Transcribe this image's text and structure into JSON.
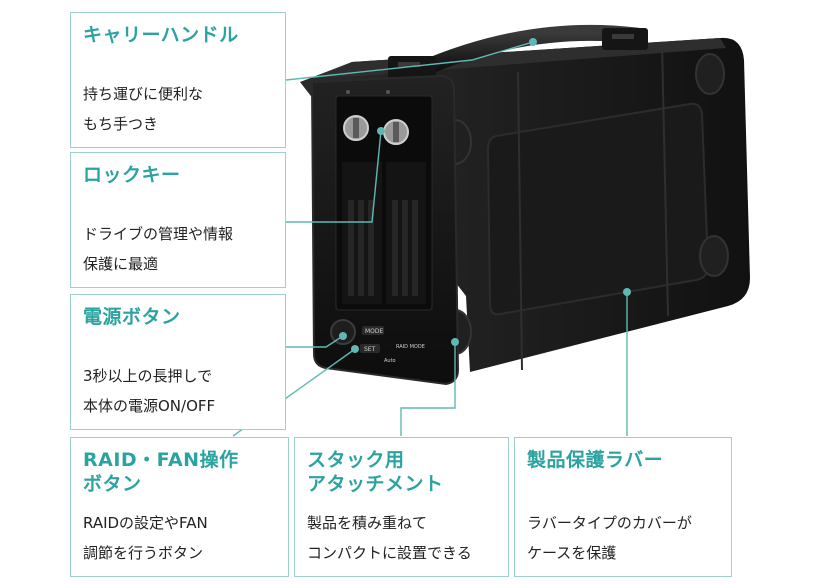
{
  "callouts": {
    "handle": {
      "title": "キャリーハンドル",
      "body": [
        "持ち運びに便利な",
        "もち手つき"
      ]
    },
    "lock": {
      "title": "ロックキー",
      "body": [
        "ドライブの管理や情報",
        "保護に最適"
      ]
    },
    "power": {
      "title": "電源ボタン",
      "body": [
        "3秒以上の長押しで",
        "本体の電源ON/OFF"
      ]
    },
    "raid": {
      "title": [
        "RAID・FAN操作",
        "ボタン"
      ],
      "body": [
        "RAIDの設定やFAN",
        "調節を行うボタン"
      ]
    },
    "stack": {
      "title": [
        "スタック用",
        "アタッチメント"
      ],
      "body": [
        "製品を積み重ねて",
        "コンパクトに設置できる"
      ]
    },
    "rubber": {
      "title": "製品保護ラバー",
      "body": [
        "ラバータイプのカバーが",
        "ケースを保護"
      ]
    }
  },
  "device": {
    "button_labels": {
      "mode": "MODE",
      "set": "SET",
      "raid_mode": "RAID MODE",
      "auto": "Auto"
    }
  },
  "colors": {
    "accent": "#2ba3a0",
    "border": "#9fd1cc",
    "leader": "#5fb8b3",
    "text": "#222222",
    "device_body": "#1c1c1c"
  }
}
